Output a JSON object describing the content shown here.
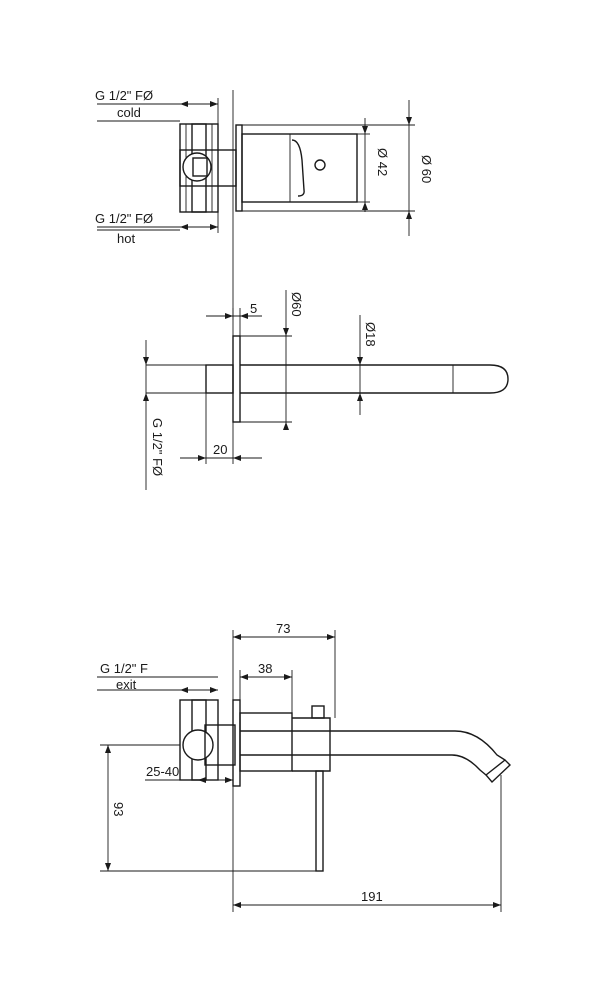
{
  "top_view": {
    "inlet_top_label": "G 1/2\" FØ",
    "inlet_top_sub": "cold",
    "inlet_bottom_label": "G 1/2\" FØ",
    "inlet_bottom_sub": "hot",
    "dim_body_diameter": "Ø 42",
    "dim_plate_diameter": "Ø 60"
  },
  "middle_view": {
    "dim_plate_thickness": "5",
    "dim_plate_diameter": "Ø60",
    "dim_spout_diameter": "Ø18",
    "dim_body_depth": "20",
    "inlet_label": "G 1/2\" FØ"
  },
  "bottom_view": {
    "dim_total_handle": "73",
    "dim_body_length": "38",
    "outlet_label": "G 1/2\" F",
    "outlet_sub": "exit",
    "dim_wall_range": "25-40",
    "dim_height": "93",
    "dim_spout_length": "191"
  }
}
